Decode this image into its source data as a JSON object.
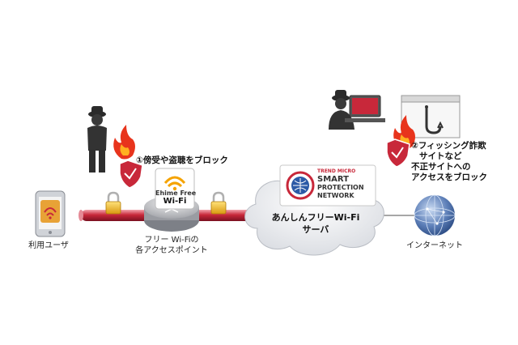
{
  "labels": {
    "user": "利用ユーザ",
    "access_point_line1": "フリー Wi-Fiの",
    "access_point_line2": "各アクセスポイント",
    "internet": "インターネット",
    "server_line1": "あんしんフリーWi-Fi",
    "server_line2": "サーバ"
  },
  "callouts": {
    "eavesdrop": "①傍受や盗聴をブロック",
    "phishing_line1": "②フィッシング詐欺",
    "phishing_line2": "サイトなど",
    "phishing_line3": "不正サイトへの",
    "phishing_line4": "アクセスをブロック"
  },
  "router_badge": {
    "line1": "Ehime Free",
    "line2": "Wi-Fi"
  },
  "trend_badge": {
    "brand": "TREND MICRO",
    "line1": "SMART",
    "line2": "PROTECTION",
    "line3": "NETWORK"
  },
  "colors": {
    "pipe": "#c8283a",
    "shield": "#c8283a",
    "flame": "#e8341c",
    "wifi": "#f5a300",
    "globe": "#4a6fa5"
  }
}
